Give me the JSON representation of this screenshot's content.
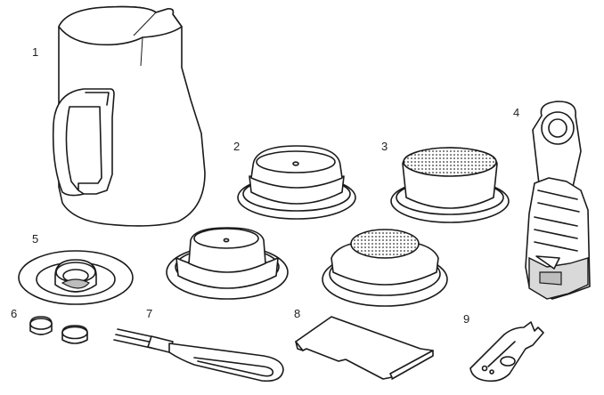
{
  "labels": {
    "n1": "1",
    "n2": "2",
    "n3": "3",
    "n4": "4",
    "n5": "5",
    "n6": "6",
    "n7": "7",
    "n8": "8",
    "n9": "9"
  },
  "parts": [
    {
      "number": "1",
      "icon": "milk-jug-icon"
    },
    {
      "number": "2",
      "icon": "single-wall-filter-small-icon"
    },
    {
      "number": "3",
      "icon": "dual-wall-filter-small-icon"
    },
    {
      "number": "4",
      "icon": "cleaning-tool-icon"
    },
    {
      "number": "5",
      "icon": "cleaning-disc-icon"
    },
    {
      "number": "6",
      "icon": "cleaning-tablets-icon"
    },
    {
      "number": "7",
      "icon": "steam-wand-cleaning-tool-icon"
    },
    {
      "number": "8",
      "icon": "water-filter-card-icon"
    },
    {
      "number": "9",
      "icon": "steam-pin-tool-icon"
    }
  ]
}
